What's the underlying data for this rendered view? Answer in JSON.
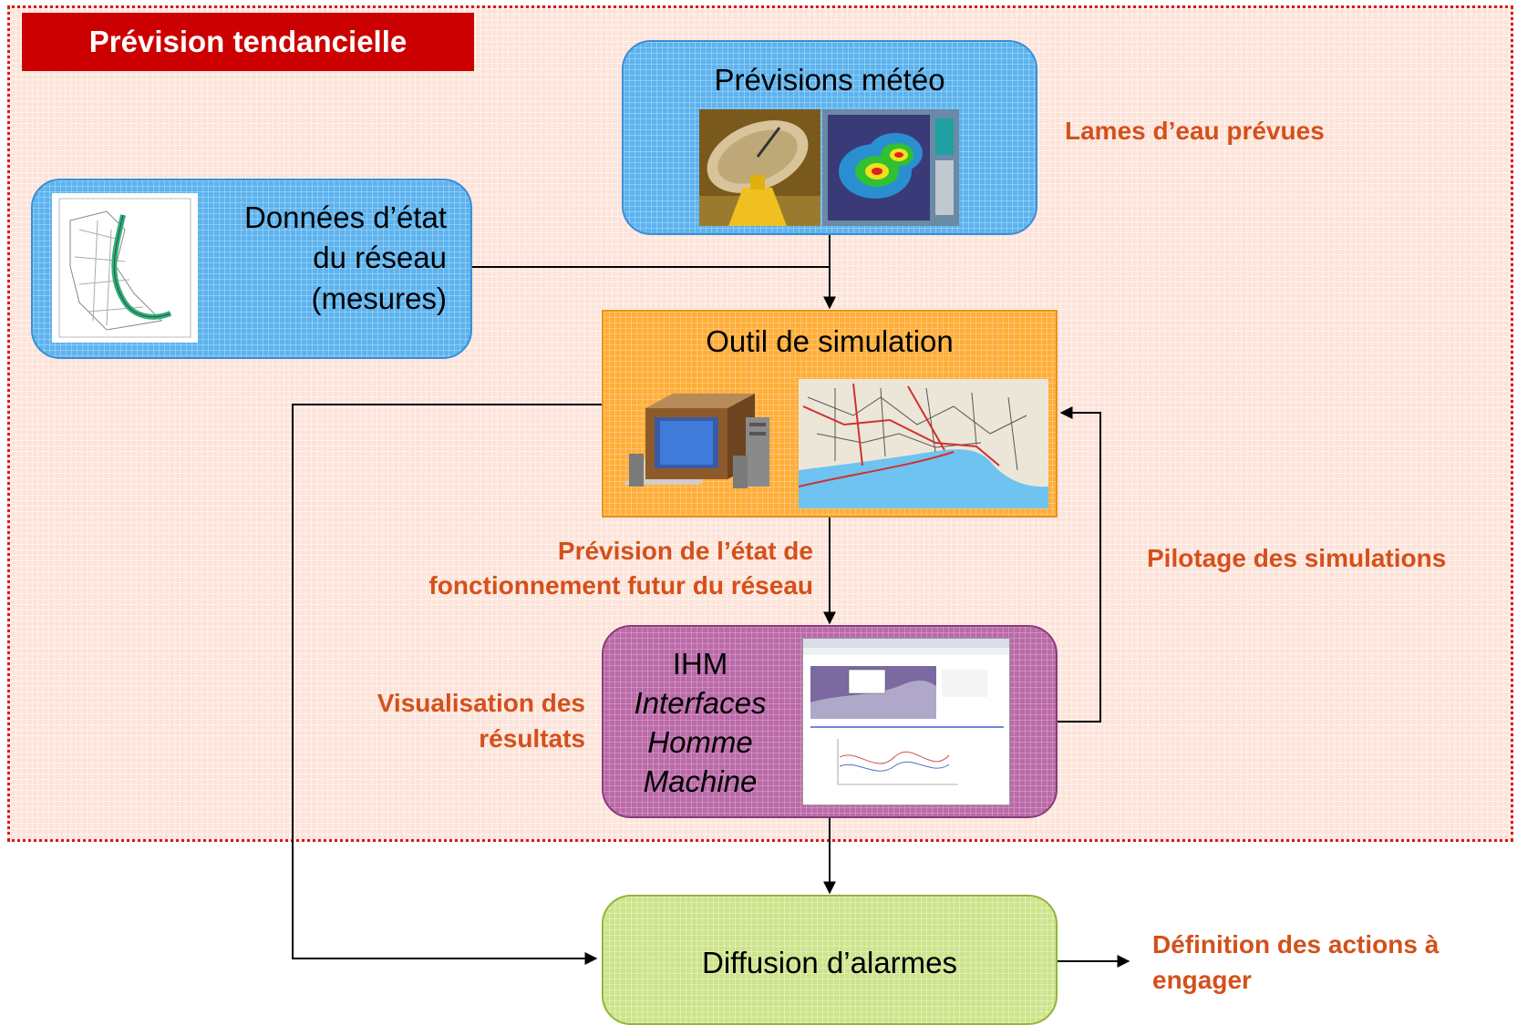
{
  "region": {
    "title": "Prévision tendancielle"
  },
  "nodes": {
    "meteo": {
      "label": "Prévisions météo"
    },
    "etat": {
      "line1": "Données d’état",
      "line2": "du réseau",
      "line3": "(mesures)"
    },
    "simulation": {
      "label": "Outil de simulation"
    },
    "ihm": {
      "line1": "IHM",
      "line2": "Interfaces",
      "line3": "Homme",
      "line4": "Machine"
    },
    "diffusion": {
      "label": "Diffusion d’alarmes"
    }
  },
  "labels": {
    "lames": "Lames d’eau prévues",
    "prevision_line1": "Prévision de l’état de",
    "prevision_line2": "fonctionnement futur du réseau",
    "pilotage": "Pilotage des simulations",
    "visualisation_line1": "Visualisation des",
    "visualisation_line2": "résultats",
    "definition_line1": "Définition des actions à",
    "definition_line2": "engager"
  },
  "colors": {
    "region_border": "#d81a1a",
    "title_bg": "#cc0000",
    "label_text": "#d4501b",
    "meteo_box": "#5db3ee",
    "simulation_box": "#ffae3a",
    "ihm_box": "#bb6aa8",
    "diffusion_box": "#cde48a"
  },
  "icons": [
    "satellite-dish-image",
    "radar-map-image",
    "network-map-image",
    "computer-icon",
    "city-network-map-image",
    "ihm-screenshot-image"
  ]
}
